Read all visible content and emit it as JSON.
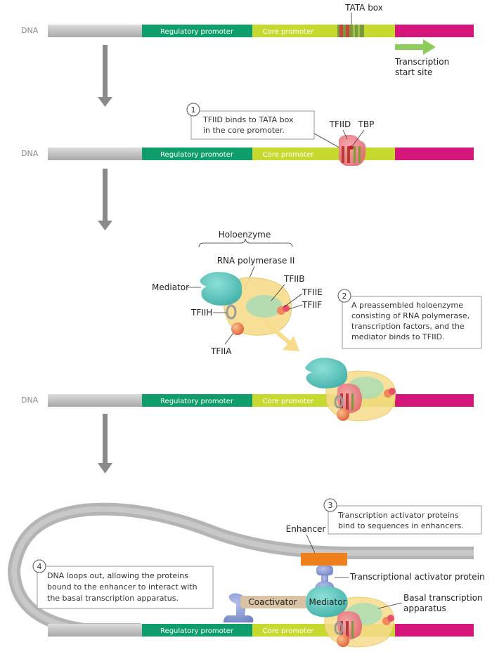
{
  "labels": {
    "dna": "DNA",
    "regulatory_promoter": "Regulatory promoter",
    "core_promoter": "Core promoter",
    "tata_box": "TATA box",
    "transcription_start_line1": "Transcription",
    "transcription_start_line2": "start site",
    "tfiid": "TFIID",
    "tbp": "TBP",
    "holoenzyme": "Holoenzyme",
    "rna_polymerase": "RNA polymerase II",
    "mediator": "Mediator",
    "tfiib": "TFIIB",
    "tfiie": "TFIIE",
    "tfiif": "TFIIF",
    "tfiih": "TFIIH",
    "tfiia": "TFIIA",
    "enhancer": "Enhancer",
    "activator_protein": "Transcriptional activator protein",
    "coactivator": "Coactivator",
    "mediator_inner": "Mediator",
    "basal_line1": "Basal transcription",
    "basal_line2": "apparatus"
  },
  "steps": [
    {
      "number": "1",
      "line1": "TFIID binds to TATA box",
      "line2": "in the core promoter.",
      "line3": "",
      "line4": ""
    },
    {
      "number": "2",
      "line1": "A preassembled holoenzyme",
      "line2": "consisting of RNA polymerase,",
      "line3": "transcription factors, and the",
      "line4": "mediator binds to TFIID."
    },
    {
      "number": "3",
      "line1": "Transcription activator proteins",
      "line2": "bind to sequences in enhancers.",
      "line3": "",
      "line4": ""
    },
    {
      "number": "4",
      "line1": "DNA loops out, allowing the proteins",
      "line2": "bound to the enhancer to interact with",
      "line3": "the basal transcription apparatus.",
      "line4": ""
    }
  ],
  "colors": {
    "dna_gray": "#c8c8c8",
    "regulatory_green": "#0f9d6b",
    "core_yellow_green": "#c6d92e",
    "gene_magenta": "#d4157a",
    "tata_red": "#c8453c",
    "arrow_green": "#8ccc5a",
    "mediator_teal": "#5cc4bb",
    "polymerase_yellow": "#f7dc8c",
    "tfiid_pink": "#ee7a86",
    "enhancer_orange": "#ef7f1a",
    "activator_blue": "#8a9ad0",
    "coactivator_tan": "#d9c3a4",
    "step_arrow_gray": "#8a8a8a"
  }
}
